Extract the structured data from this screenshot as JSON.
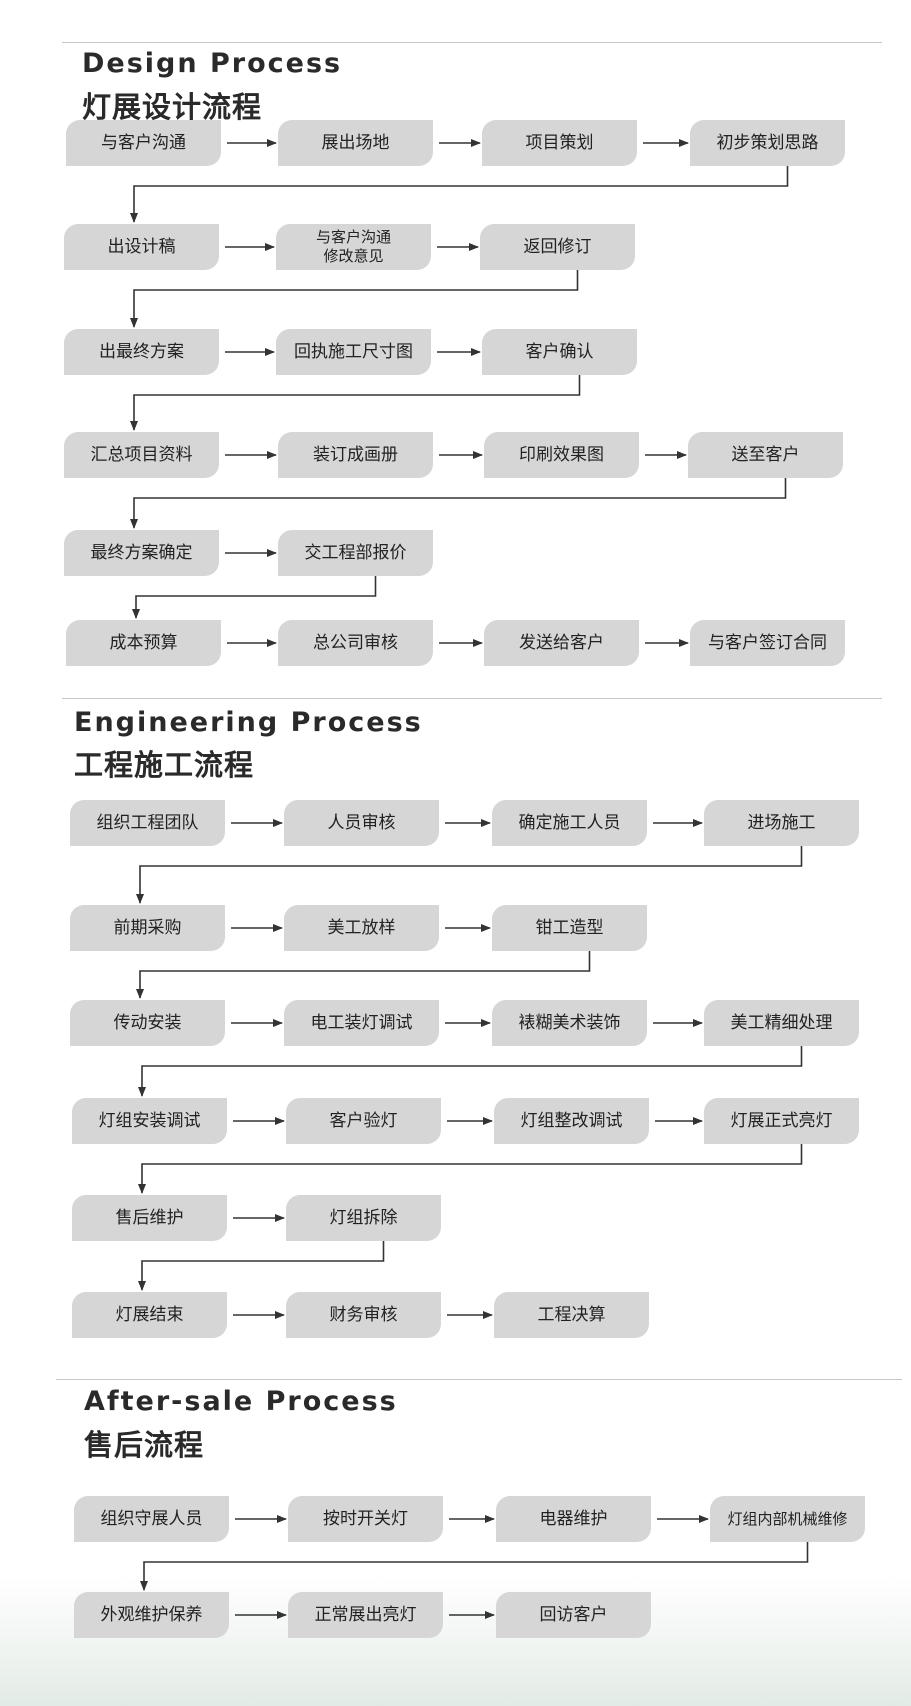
{
  "sections": [
    {
      "title_en": "Design Process",
      "title_cn": "灯展设计流程",
      "rows": [
        [
          "与客户沟通",
          "展出场地",
          "项目策划",
          "初步策划思路"
        ],
        [
          "出设计稿",
          "与客户沟通\n修改意见",
          "返回修订"
        ],
        [
          "出最终方案",
          "回执施工尺寸图",
          "客户确认"
        ],
        [
          "汇总项目资料",
          "装订成画册",
          "印刷效果图",
          "送至客户"
        ],
        [
          "最终方案确定",
          "交工程部报价"
        ],
        [
          "成本预算",
          "总公司审核",
          "发送给客户",
          "与客户签订合同"
        ]
      ]
    },
    {
      "title_en": "Engineering Process",
      "title_cn": "工程施工流程",
      "rows": [
        [
          "组织工程团队",
          "人员审核",
          "确定施工人员",
          "进场施工"
        ],
        [
          "前期采购",
          "美工放样",
          "钳工造型"
        ],
        [
          "传动安装",
          "电工装灯调试",
          "裱糊美术装饰",
          "美工精细处理"
        ],
        [
          "灯组安装调试",
          "客户验灯",
          "灯组整改调试",
          "灯展正式亮灯"
        ],
        [
          "售后维护",
          "灯组拆除"
        ],
        [
          "灯展结束",
          "财务审核",
          "工程决算"
        ]
      ]
    },
    {
      "title_en": "After-sale Process",
      "title_cn": "售后流程",
      "rows": [
        [
          "组织守展人员",
          "按时开关灯",
          "电器维护",
          "灯组内部机械维修"
        ],
        [
          "外观维护保养",
          "正常展出亮灯",
          "回访客户"
        ]
      ]
    }
  ],
  "colors": {
    "node_fill": "#d6d6d6",
    "connector": "#333333",
    "separator": "#c8c8c8",
    "text": "#222222"
  }
}
